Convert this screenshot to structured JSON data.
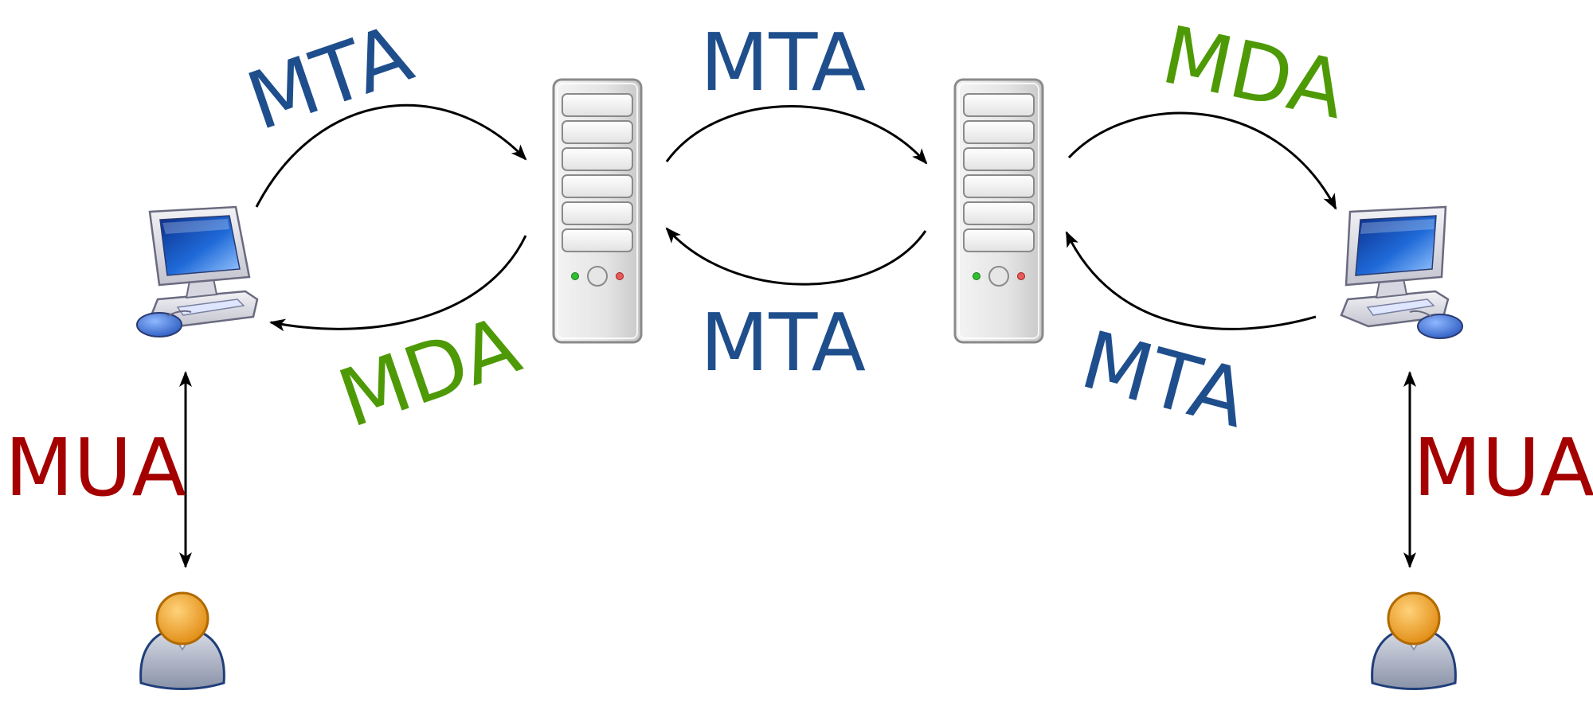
{
  "colors": {
    "mta": "#1f4e8c",
    "mda": "#4e9a06",
    "mua": "#a40000",
    "arrow": "#000000",
    "screen": "#1f5fd0",
    "person": "#f0a030"
  },
  "icons": {
    "client_left": "desktop-computer-icon",
    "client_right": "desktop-computer-icon",
    "server_left": "server-tower-icon",
    "server_right": "server-tower-icon",
    "user_left": "user-person-icon",
    "user_right": "user-person-icon"
  },
  "labels": {
    "mta_client_to_server1": "MTA",
    "mda_server1_to_client": "MDA",
    "mta_server1_to_server2": "MTA",
    "mta_server2_to_server1": "MTA",
    "mda_server2_to_client": "MDA",
    "mta_client_to_server2": "MTA",
    "mua_left": "MUA",
    "mua_right": "MUA"
  }
}
